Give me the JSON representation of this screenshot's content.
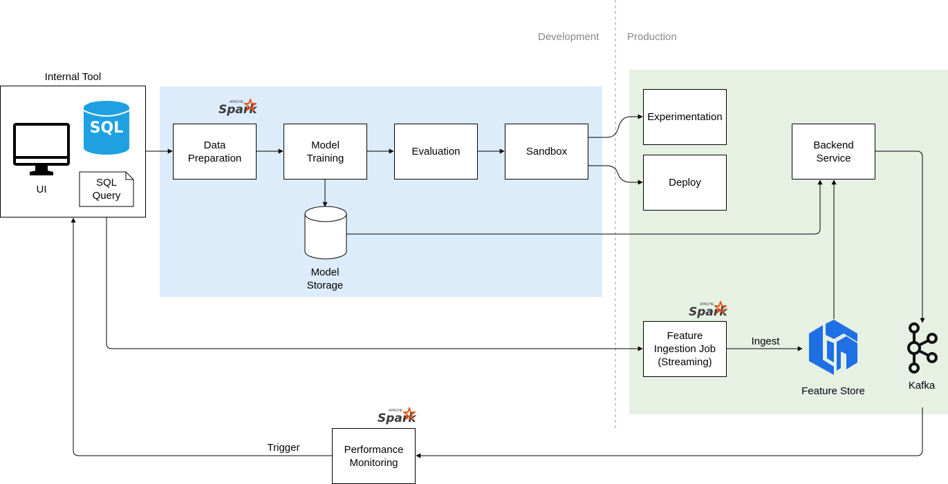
{
  "phases": {
    "development": "Development",
    "production": "Production"
  },
  "internal_tool": {
    "title": "Internal Tool",
    "ui_label": "UI",
    "sql_icon_text": "SQL",
    "sql_query_label": "SQL\nQuery"
  },
  "pipeline": {
    "data_preparation": "Data\nPreparation",
    "model_training": "Model\nTraining",
    "evaluation": "Evaluation",
    "sandbox": "Sandbox",
    "model_storage": "Model\nStorage"
  },
  "production": {
    "experimentation": "Experimentation",
    "deploy": "Deploy",
    "backend_service": "Backend\nService",
    "feature_ingestion_job": "Feature\nIngestion Job\n(Streaming)",
    "feature_store": "Feature Store",
    "kafka": "Kafka"
  },
  "monitoring": {
    "performance_monitoring": "Performance\nMonitoring"
  },
  "edge_labels": {
    "ingest": "Ingest",
    "trigger": "Trigger"
  },
  "spark_logo": {
    "word": "Spark",
    "prefix": "APACHE"
  },
  "colors": {
    "development_zone": "#dcecfb",
    "production_zone": "#e6f1e4",
    "sql_icon": "#1fa1e1",
    "feature_store_icon": "#1f6fe5",
    "spark_star": "#e25a1c",
    "phase_text": "#888888"
  }
}
